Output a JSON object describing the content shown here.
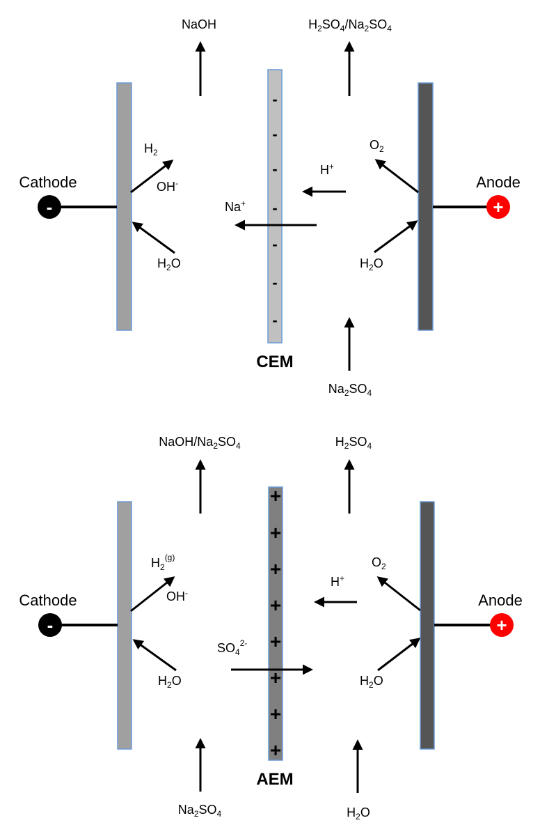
{
  "top_cell": {
    "membrane": {
      "name": "CEM",
      "sign": "-",
      "fill": "#c0c0c0"
    },
    "cathode": {
      "label": "Cathode",
      "sign": "-",
      "outflow": "NaOH",
      "gas": {
        "base": "H",
        "sub": "2"
      },
      "ion": {
        "base": "OH",
        "sup": "-"
      },
      "reactant": {
        "pre": "H",
        "sub": "2",
        "post": "O"
      }
    },
    "anode": {
      "label": "Anode",
      "sign": "+",
      "outflow": {
        "p1": "H",
        "s1": "2",
        "p2": "SO",
        "s2": "4",
        "p3": "/Na",
        "s3": "2",
        "p4": "SO",
        "s4": "4"
      },
      "gas": {
        "base": "O",
        "sub": "2"
      },
      "proton": {
        "base": "H",
        "sup": "+"
      },
      "reactant": {
        "pre": "H",
        "sub": "2",
        "post": "O"
      }
    },
    "migrating_ion": {
      "base": "Na",
      "sup": "+"
    },
    "inflow": {
      "p1": "Na",
      "s1": "2",
      "p2": "SO",
      "s2": "4"
    }
  },
  "bottom_cell": {
    "membrane": {
      "name": "AEM",
      "sign": "+",
      "fill": "#808080"
    },
    "cathode": {
      "label": "Cathode",
      "sign": "-",
      "outflow": {
        "p1": "NaOH/Na",
        "s1": "2",
        "p2": "SO",
        "s2": "4"
      },
      "gas": {
        "base": "H",
        "sub": "2",
        "sup": "(g)"
      },
      "ion": {
        "base": "OH",
        "sup": "-"
      },
      "reactant": {
        "pre": "H",
        "sub": "2",
        "post": "O"
      },
      "inflow": {
        "p1": "Na",
        "s1": "2",
        "p2": "SO",
        "s2": "4"
      }
    },
    "anode": {
      "label": "Anode",
      "sign": "+",
      "outflow": {
        "p1": "H",
        "s1": "2",
        "p2": "SO",
        "s2": "4"
      },
      "gas": {
        "base": "O",
        "sub": "2"
      },
      "proton": {
        "base": "H",
        "sup": "+"
      },
      "reactant": {
        "pre": "H",
        "sub": "2",
        "post": "O"
      },
      "inflow": {
        "pre": "H",
        "sub": "2",
        "post": "O"
      }
    },
    "migrating_ion": {
      "base": "SO",
      "sub": "4",
      "sup": "2-"
    }
  },
  "colors": {
    "cathode_electrode": "#a0a0a0",
    "anode_electrode": "#555555",
    "electrode_border": "#6a9bd8",
    "cathode_terminal": "#000000",
    "anode_terminal": "#ff0000"
  }
}
